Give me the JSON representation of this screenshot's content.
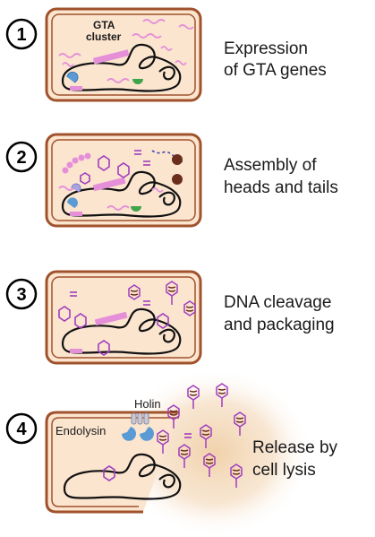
{
  "steps": [
    {
      "number": "1",
      "line1": "Expression",
      "line2": "of GTA genes"
    },
    {
      "number": "2",
      "line1": "Assembly of",
      "line2": "heads and tails"
    },
    {
      "number": "3",
      "line1": "DNA cleavage",
      "line2": "and packaging"
    },
    {
      "number": "4",
      "line1": "Release by",
      "line2": "cell lysis"
    }
  ],
  "labels": {
    "gta_cluster_1": "GTA",
    "gta_cluster_2": "cluster",
    "holin": "Holin",
    "endolysin": "Endolysin"
  },
  "colors": {
    "cell_wall": "#a0522d",
    "cell_fill": "#fbe5cf",
    "gta_pink": "#e58fd8",
    "head_purple": "#a03cbf",
    "repressor_blue": "#5b9bd5",
    "activator_green": "#3fa44a",
    "brown_protein": "#6b2e1c",
    "lysis_glow": "#f3d9b8"
  }
}
